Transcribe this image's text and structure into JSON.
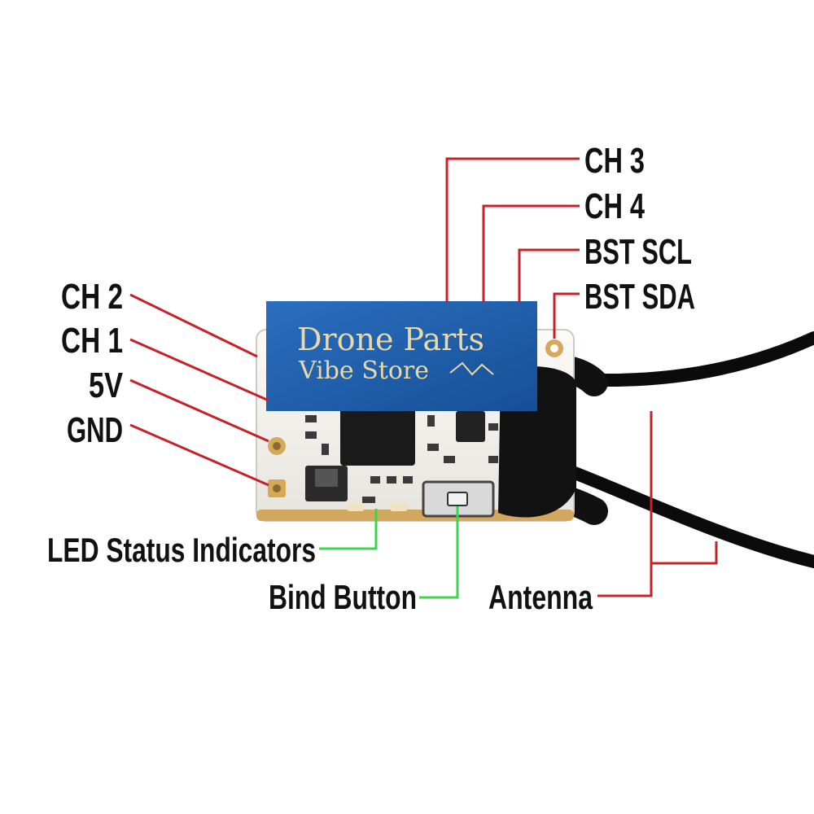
{
  "labels": {
    "ch3": "CH 3",
    "ch4": "CH 4",
    "bst_scl": "BST SCL",
    "bst_sda": "BST SDA",
    "ch2": "CH 2",
    "ch1": "CH 1",
    "v5": "5V",
    "gnd": "GND",
    "led_status": "LED Status Indicators",
    "bind_button": "Bind Button",
    "antenna": "Antenna"
  },
  "watermark": {
    "line1": "Drone Parts",
    "line2": "Vibe Store"
  },
  "colors": {
    "pin_leader": "#c8202a",
    "feature_leader": "#3bd44a",
    "watermark_bg": "#1f5fae",
    "watermark_text": "#e9d9a6",
    "pcb": "#f4f3ef",
    "pad": "#d6a95a"
  }
}
